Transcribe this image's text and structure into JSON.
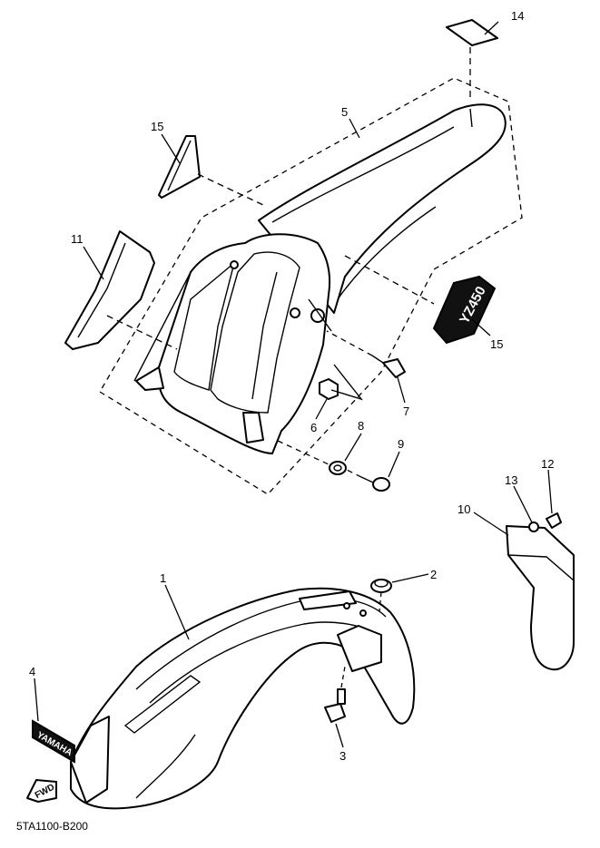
{
  "diagram_code": "5TA1100-B200",
  "callouts": [
    {
      "id": "c1",
      "label": "1"
    },
    {
      "id": "c2",
      "label": "2"
    },
    {
      "id": "c3",
      "label": "3"
    },
    {
      "id": "c4",
      "label": "4"
    },
    {
      "id": "c5",
      "label": "5"
    },
    {
      "id": "c6",
      "label": "6"
    },
    {
      "id": "c7",
      "label": "7"
    },
    {
      "id": "c8",
      "label": "8"
    },
    {
      "id": "c9",
      "label": "9"
    },
    {
      "id": "c10",
      "label": "10"
    },
    {
      "id": "c11",
      "label": "11"
    },
    {
      "id": "c12",
      "label": "12"
    },
    {
      "id": "c13",
      "label": "13"
    },
    {
      "id": "c14",
      "label": "14"
    },
    {
      "id": "c15a",
      "label": "15"
    },
    {
      "id": "c15b",
      "label": "15"
    }
  ],
  "decals": {
    "brand": "YAMAHA",
    "direction": "FWD",
    "model": "YZ450"
  }
}
